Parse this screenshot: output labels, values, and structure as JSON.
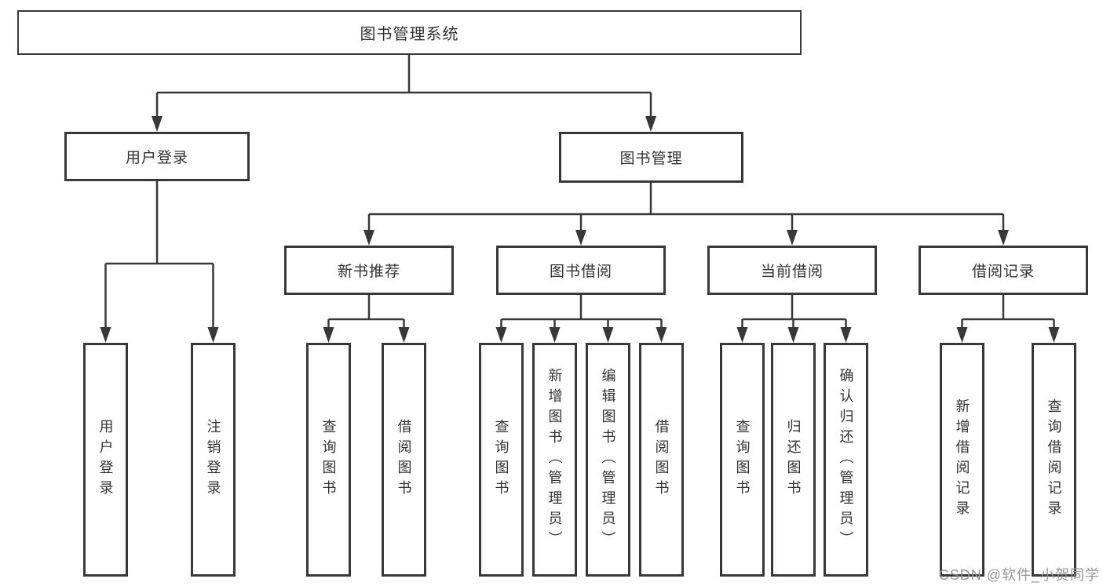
{
  "diagram": {
    "root": {
      "label": "图书管理系统"
    },
    "branches": [
      {
        "label": "用户登录",
        "children": [
          {
            "label": "用户登录"
          },
          {
            "label": "注销登录"
          }
        ]
      },
      {
        "label": "图书管理",
        "children": [
          {
            "label": "新书推荐",
            "children": [
              {
                "label": "查询图书"
              },
              {
                "label": "借阅图书"
              }
            ]
          },
          {
            "label": "图书借阅",
            "children": [
              {
                "label": "查询图书"
              },
              {
                "label": "新增图书（管理员）"
              },
              {
                "label": "编辑图书（管理员）"
              },
              {
                "label": "借阅图书"
              }
            ]
          },
          {
            "label": "当前借阅",
            "children": [
              {
                "label": "查询图书"
              },
              {
                "label": "归还图书"
              },
              {
                "label": "确认归还（管理员）"
              }
            ]
          },
          {
            "label": "借阅记录",
            "children": [
              {
                "label": "新增借阅记录"
              },
              {
                "label": "查询借阅记录"
              }
            ]
          }
        ]
      }
    ]
  },
  "watermark": {
    "text": "CSDN @软件_小贺同学"
  },
  "colors": {
    "line": "#383838",
    "box_border": "#383838",
    "text": "#333333",
    "watermark": "#919191",
    "background": "#ffffff"
  }
}
